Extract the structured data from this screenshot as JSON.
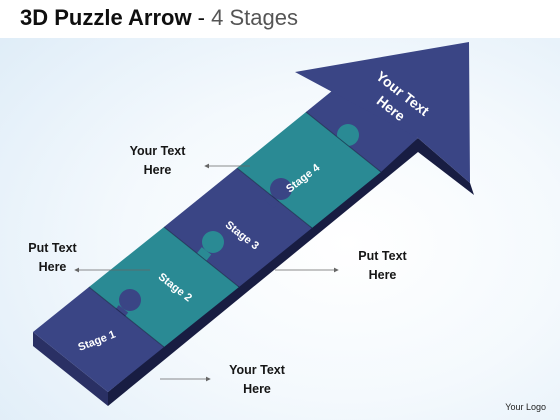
{
  "title": {
    "main": "3D Puzzle Arrow",
    "separator": " - ",
    "sub": "4 Stages"
  },
  "arrow_head": {
    "line1": "Your Text",
    "line2": "Here"
  },
  "stages": [
    {
      "label": "Stage 1",
      "color": "#3a4585"
    },
    {
      "label": "Stage 2",
      "color": "#2a8a94"
    },
    {
      "label": "Stage 3",
      "color": "#3a4585"
    },
    {
      "label": "Stage 4",
      "color": "#2a8a94"
    }
  ],
  "callouts": {
    "top_left": {
      "line1": "Your Text",
      "line2": "Here"
    },
    "middle_left": {
      "line1": "Put Text",
      "line2": "Here"
    },
    "middle_right": {
      "line1": "Put Text",
      "line2": "Here"
    },
    "bottom": {
      "line1": "Your Text",
      "line2": "Here"
    }
  },
  "logo": "Your Logo",
  "colors": {
    "navy": "#3a4585",
    "teal": "#2a8a94",
    "side_dark": "#181d42",
    "end_face": "#2a3064"
  }
}
